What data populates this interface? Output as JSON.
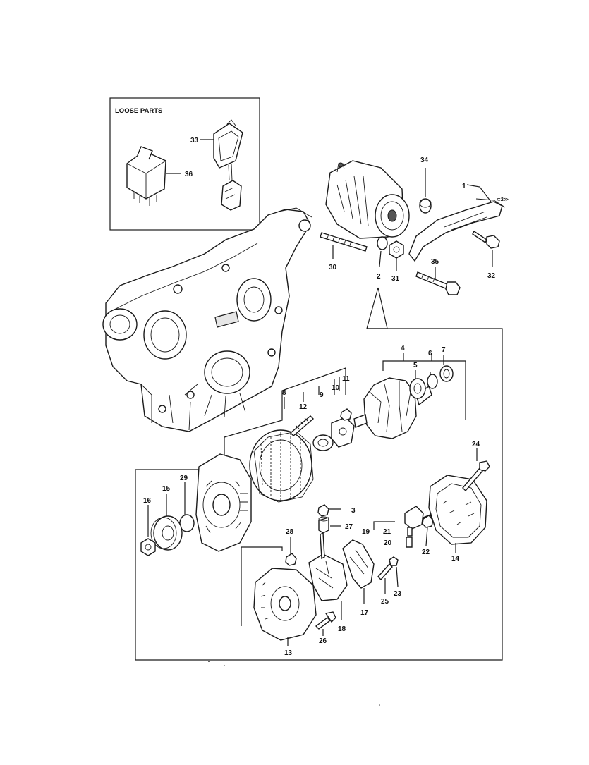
{
  "loose_parts_title": "LOOSE PARTS",
  "callouts": {
    "n1": "1",
    "n2": "2",
    "n3": "3",
    "n4": "4",
    "n5": "5",
    "n6": "6",
    "n7": "7",
    "n8": "8",
    "n9": "9",
    "n10": "10",
    "n11": "11",
    "n12": "12",
    "n13": "13",
    "n14": "14",
    "n15": "15",
    "n16": "16",
    "n17": "17",
    "n18": "18",
    "n19": "19",
    "n20": "20",
    "n21": "21",
    "n22": "22",
    "n23": "23",
    "n24": "24",
    "n25": "25",
    "n26": "26",
    "n27": "27",
    "n28": "28",
    "n29": "29",
    "n30": "30",
    "n31": "31",
    "n32": "32",
    "n33": "33",
    "n34": "34",
    "n35": "35",
    "n36": "36"
  }
}
